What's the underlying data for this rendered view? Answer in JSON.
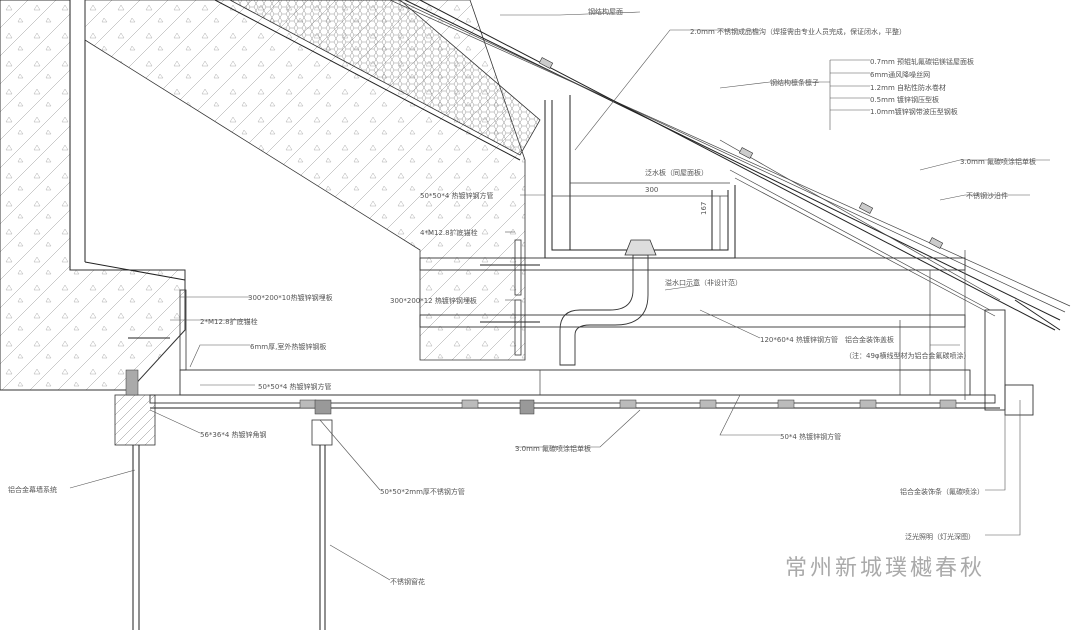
{
  "labels": {
    "roof_panel": "钢结构屋面",
    "gutter_ss": "2.0mm 不锈钢成品檐沟（焊接需由专业人员完成，保证闭水，平整）",
    "layer1": "0.7mm 预辊轧氟碳铝镁锰屋面板",
    "layer2": "6mm通风降噪丝网",
    "layer3": "1.2mm 自粘性防水卷材",
    "layer4": "0.5mm 镀锌钢压型板",
    "layer5": "1.0mm镀锌钢带波压型钢板",
    "purlin": "钢结构檩条檩子",
    "steel_tube_50": "50*50*4 热镀锌钢方管",
    "bolt": "4*M12.8扩底锚栓",
    "plate_300": "300*200*12 热镀锌钢埋板",
    "plate_300b": "300*200*10热镀锌钢埋板",
    "bolt2": "2*M12.8扩底锚栓",
    "galv_plate": "6mm厚,室外热镀锌钢板",
    "tube_bottom": "50*50*4 热镀锌钢方管",
    "angle": "56*36*4 热镀锌角钢",
    "fluoro_plate": "3.0mm 氟碳喷涂铝单板",
    "ss_tube": "50*50*2mm厚不锈钢方管",
    "ss_flower": "不锈钢窗花",
    "curtain": "铝合金幕墙系统",
    "tube_120": "120*60*4 热镀锌钢方管",
    "drain": "溢水口示意（非设计范）",
    "water_board": "泛水板（同屋面板）",
    "dim_300": "300",
    "dim_167": "167",
    "fluoro_right": "3.0mm 氟碳喷涂铝单板",
    "ss_gutter_part": "不锈钢沙沿件",
    "al_cover": "铝合金装饰盖板",
    "note": "（注：49φ横线型材为铝合金氟碳喷涂）",
    "tube_50_right": "50*4 热镀锌钢方管",
    "al_deco": "铝合金装饰条（氟碳喷涂）",
    "light_strip": "泛光照明（灯光深图）",
    "watermark": "常州新城璞樾春秋"
  }
}
